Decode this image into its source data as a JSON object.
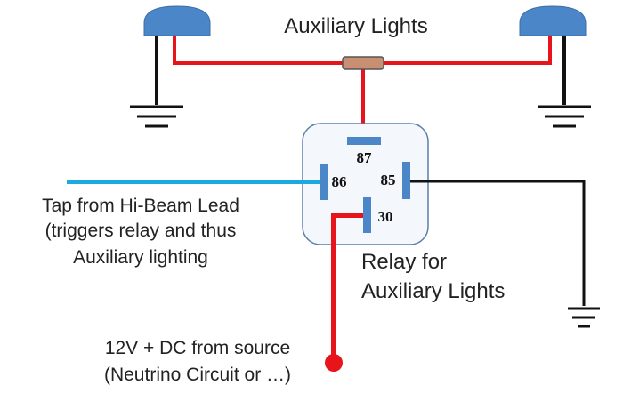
{
  "title": "Auxiliary Lights",
  "pins": {
    "p87": "87",
    "p86": "86",
    "p85": "85",
    "p30": "30"
  },
  "relay_label": [
    "Relay for",
    "Auxiliary Lights"
  ],
  "trigger_label": [
    "Tap from Hi-Beam Lead",
    "(triggers relay and thus",
    "Auxiliary lighting"
  ],
  "source_label": [
    "12V + DC from source",
    "(Neutrino Circuit or …)"
  ],
  "colors": {
    "power_wire": "#e8141b",
    "trigger_wire": "#1ba9e1",
    "ground_wire": "#111111",
    "lamp": "#4a86c8",
    "relay_outline": "#5a7fa8",
    "pin_block": "#4a86c8",
    "fuse": "#c98f73"
  },
  "icons": [
    "lamp-icon",
    "ground-icon",
    "fuse-icon",
    "relay-icon",
    "source-terminal-icon"
  ]
}
